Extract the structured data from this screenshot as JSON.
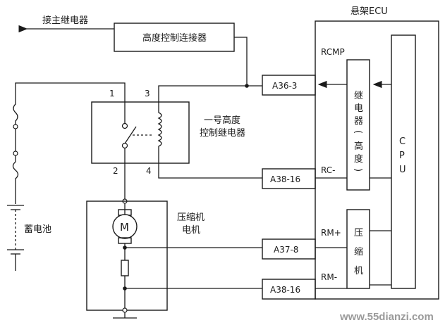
{
  "labels": {
    "ecu_title": "悬架ECU",
    "connector_box": "高度控制连接器",
    "to_main_relay": "接主继电器",
    "relay_name_line1": "一号高度",
    "relay_name_line2": "控制继电器",
    "battery": "蓄电池",
    "compressor_line1": "压缩机",
    "compressor_line2": "电机",
    "motor_symbol": "M",
    "cpu": "CPU",
    "ecu_relay_block": [
      "继",
      "电",
      "器",
      "(",
      "高",
      "度",
      ")"
    ],
    "ecu_comp_block": [
      "压",
      "缩",
      "机"
    ],
    "watermark": "www.55dianzi.com"
  },
  "pins": {
    "relay_1": "1",
    "relay_2": "2",
    "relay_3": "3",
    "relay_4": "4"
  },
  "terminals": [
    {
      "id": "a36-3",
      "label": "A36-3",
      "signal": "RCMP"
    },
    {
      "id": "a38-16-top",
      "label": "A38-16",
      "signal": "RC-"
    },
    {
      "id": "a37-8",
      "label": "A37-8",
      "signal": "RM+"
    },
    {
      "id": "a38-16-bottom",
      "label": "A38-16",
      "signal": "RM-"
    }
  ]
}
